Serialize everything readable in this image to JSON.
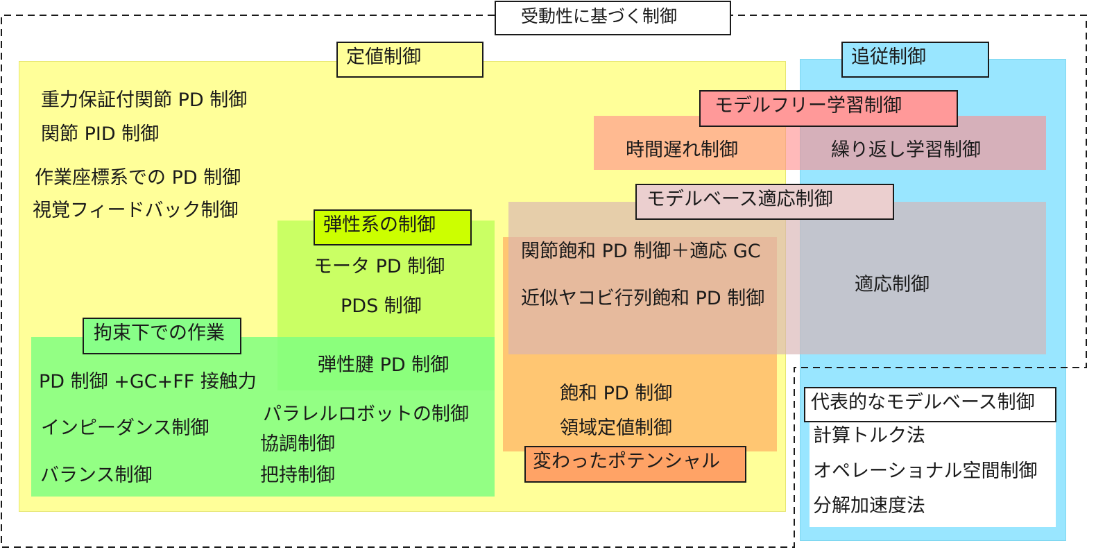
{
  "colors": {
    "fixed_point": "#ffff99",
    "tracking": "#99e6ff",
    "constraint": "#80ff80",
    "elastic": "#b3ff4d",
    "elastic_label": "#ccff00",
    "learning": "#ff8c8c",
    "adaptive": "#e6b3b3",
    "potential": "#ffb366",
    "potential_label": "#ffa366",
    "model_based_bg": "#ffffff"
  },
  "passivity": {
    "title": "受動性に基づく制御"
  },
  "fixed_point": {
    "title": "定値制御",
    "items": [
      "重力保証付関節 PD 制御",
      "関節 PID 制御",
      "作業座標系での PD 制御",
      "視覚フィードバック制御"
    ]
  },
  "tracking": {
    "title": "追従制御"
  },
  "learning": {
    "title": "モデルフリー学習制御",
    "items": [
      "時間遅れ制御",
      "繰り返し学習制御"
    ]
  },
  "adaptive": {
    "title": "モデルベース適応制御",
    "items": [
      "関節飽和 PD 制御＋適応 GC",
      "近似ヤコビ行列飽和 PD 制御",
      "適応制御"
    ]
  },
  "elastic": {
    "title": "弾性系の制御",
    "items": [
      "モータ PD 制御",
      "PDS 制御",
      "弾性腱 PD 制御"
    ]
  },
  "constraint": {
    "title": "拘束下での作業",
    "items": [
      "PD 制御 +GC+FF 接触力",
      "インピーダンス制御",
      "バランス制御",
      "パラレルロボットの制御",
      "協調制御",
      "把持制御"
    ]
  },
  "potential": {
    "title": "変わったポテンシャル",
    "items": [
      "飽和 PD 制御",
      "領域定値制御"
    ]
  },
  "model_based": {
    "title": "代表的なモデルベース制御",
    "items": [
      "計算トルク法",
      "オペレーショナル空間制御",
      "分解加速度法"
    ]
  }
}
